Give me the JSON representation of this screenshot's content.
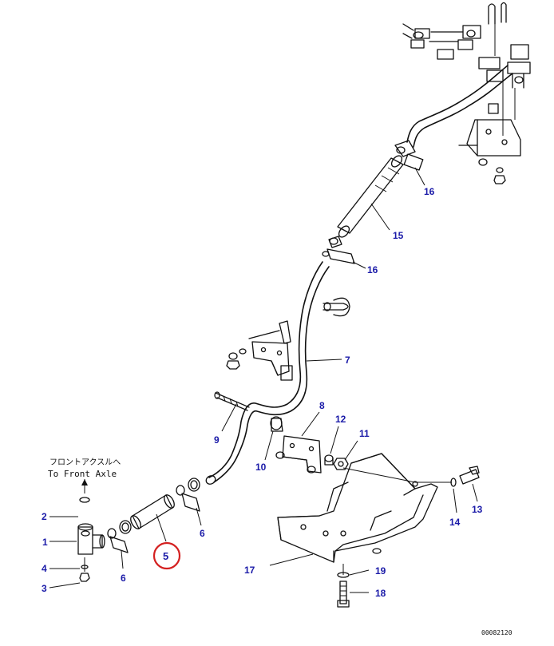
{
  "note": {
    "japanese": "フロントアクスルへ",
    "english": "To Front Axle"
  },
  "drawing_number": "00082120",
  "callouts": {
    "c1": "1",
    "c2": "2",
    "c3": "3",
    "c4": "4",
    "c5": "5",
    "c6a": "6",
    "c6b": "6",
    "c7": "7",
    "c8": "8",
    "c9": "9",
    "c10": "10",
    "c11": "11",
    "c12": "12",
    "c13": "13",
    "c14": "14",
    "c15": "15",
    "c16a": "16",
    "c16b": "16",
    "c17": "17",
    "c18": "18",
    "c19": "19"
  },
  "highlight": {
    "part": "5",
    "color": "#d42020"
  },
  "colors": {
    "callout": "#1a1aa8",
    "line": "#111111"
  }
}
